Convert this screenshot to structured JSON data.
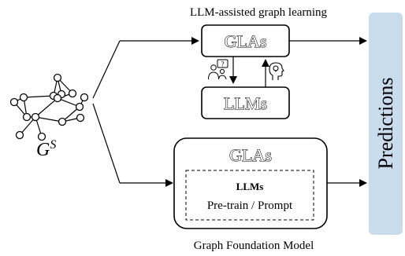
{
  "top_title": "LLM-assisted graph learning",
  "bottom_title": "Graph Foundation Model",
  "graph_label_main": "G",
  "graph_label_sup": "S",
  "gla_top_label": "GLAs",
  "llm_label": "LLMs",
  "gla_bottom_label": "GLAs",
  "inner_llm_label": "LLMs",
  "inner_method_label": "Pre-train / Prompt",
  "question_mark": "?",
  "predictions_label": "Predictions",
  "colors": {
    "predictions_fill": "#c9dceb",
    "stroke": "#000000"
  }
}
